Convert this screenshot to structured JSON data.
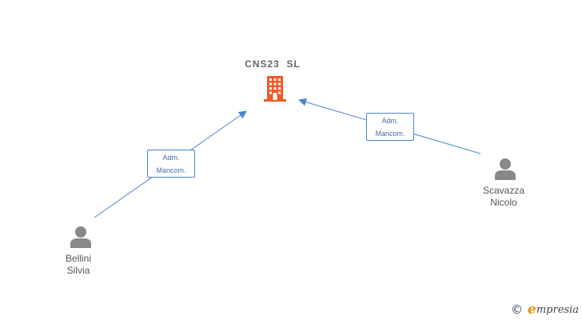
{
  "company": {
    "name": "CNS23  SL",
    "icon": "building-icon",
    "color": "#f15a29"
  },
  "persons": [
    {
      "first": "Bellini",
      "last": "Silvia",
      "icon": "person-icon"
    },
    {
      "first": "Scavazza",
      "last": "Nicolo",
      "icon": "person-icon"
    }
  ],
  "relations": [
    {
      "line1": "Adm.",
      "line2": "Mancom."
    },
    {
      "line1": "Adm.",
      "line2": "Mancom."
    }
  ],
  "colors": {
    "edge": "#4a86d0",
    "person": "#888888"
  },
  "brand": {
    "copyright": "©",
    "e": "e",
    "rest": "mpresia"
  }
}
